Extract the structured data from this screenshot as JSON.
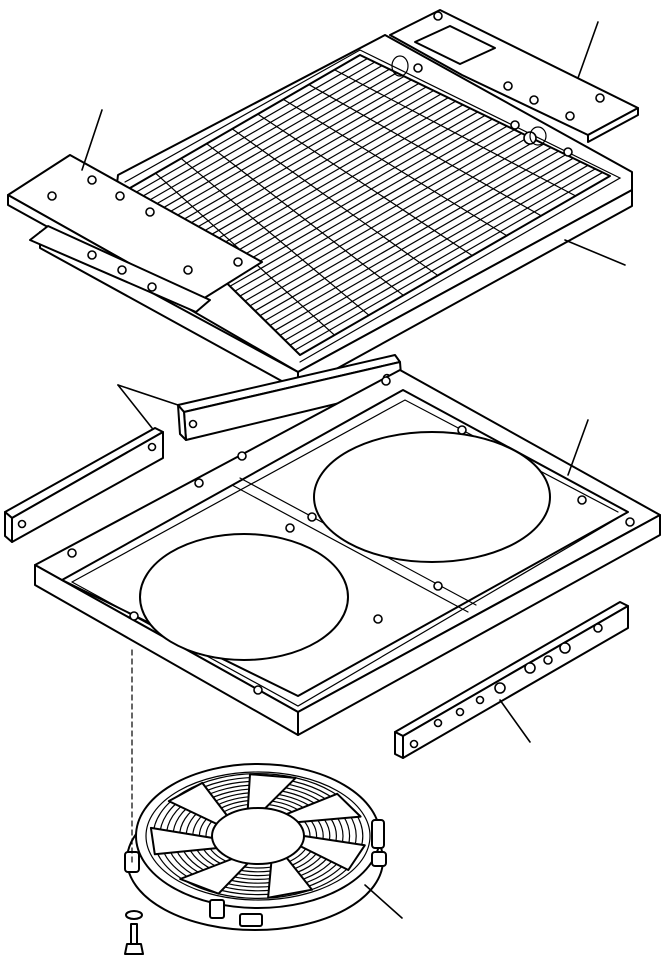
{
  "figure": {
    "background": "#ffffff",
    "line_color": "#000000",
    "text_labels": []
  },
  "parts": [
    {
      "key": "condenser_core"
    },
    {
      "key": "left_mounting_plate"
    },
    {
      "key": "right_mounting_plate"
    },
    {
      "key": "front_side_bar"
    },
    {
      "key": "rear_side_bar"
    },
    {
      "key": "fan_shroud_frame"
    },
    {
      "key": "right_side_bracket"
    },
    {
      "key": "electric_fan"
    },
    {
      "key": "mounting_bolt"
    }
  ]
}
